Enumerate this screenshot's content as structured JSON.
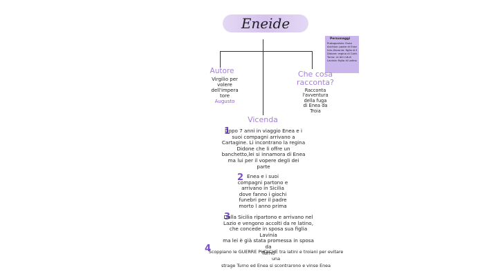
{
  "title": "Eneide",
  "characters": {
    "heading": "Personaggi",
    "items": [
      "Protagonista: Enea",
      "Anchise: padre di Enea",
      "Iulo /Ascanio: figlio di Enea",
      "Didone: regina di Cartagine",
      "Turno: re dei rutuli",
      "Lavinia: figlia di Latino"
    ]
  },
  "autore": {
    "heading": "Autore",
    "lines": [
      "Virgilio per",
      "volere",
      "dell'impera",
      "tore"
    ],
    "highlight": "Augusto"
  },
  "racconta": {
    "heading_lines": [
      "Che cosa",
      "racconta?"
    ],
    "lines": [
      "Racconta",
      "l'avventura",
      "della fuga",
      "di Enea da",
      "Troia"
    ]
  },
  "vicenda": {
    "heading": "Vicenda",
    "steps": [
      {
        "num": "1",
        "lines": [
          "Dopo 7 anni in viaggio Enea e i",
          "suoi compagni arrivano a",
          "Cartagine. Li incontrano la regina",
          "Didone che li offre un",
          "banchetto,lei si innamora di Enea",
          "ma lui per il vopere degli dei",
          "parte"
        ]
      },
      {
        "num": "2",
        "lines": [
          "Enea e i suoi",
          "compagni partono e",
          "arrivano in Sicilia",
          "dove fanno i giochi",
          "funebri per il padre",
          "morto l anno prima"
        ]
      },
      {
        "num": "3",
        "lines": [
          "Dalla Sicilia ripartono e arrivano nel",
          "Lazio e vengono accolti da re latino,",
          "che concede in sposa sua figlia Lavinia",
          "ma lei è già stata promessa in sposa da",
          "Turno"
        ]
      },
      {
        "num": "4",
        "lines": [
          "Scoppiano le GUERRE PUDICHE tra latini e troiani per evitare una",
          "strage Turno ed Enea si scontrarono e vinse Enea"
        ]
      }
    ]
  }
}
